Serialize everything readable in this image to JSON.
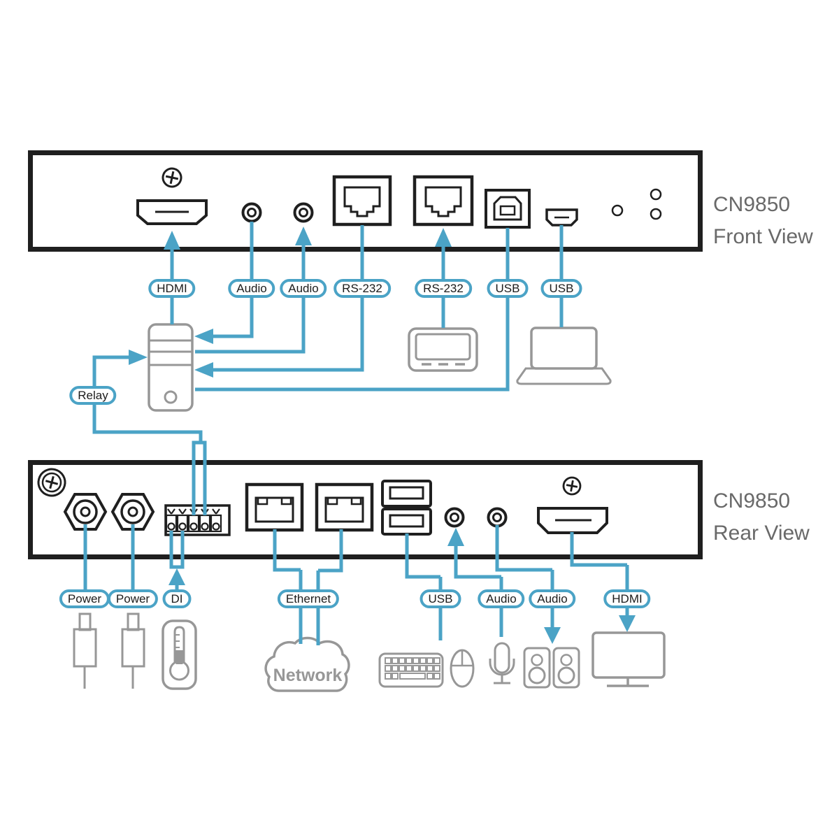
{
  "product": "CN9850",
  "colors": {
    "accent_teal": "#4BA3C6",
    "outline_dark": "#1f1f1f",
    "icon_gray": "#979797",
    "title_gray": "#696969"
  },
  "front_panel": {
    "title_line1": "CN9850",
    "title_line2": "Front View",
    "port_labels": [
      "HDMI",
      "Audio",
      "Audio",
      "RS-232",
      "RS-232",
      "USB",
      "USB"
    ]
  },
  "relay": {
    "label": "Relay"
  },
  "rear_panel": {
    "title_line1": "CN9850",
    "title_line2": "Rear View",
    "port_labels": [
      "Power",
      "Power",
      "DI",
      "Ethernet",
      "USB",
      "Audio",
      "Audio",
      "HDMI"
    ],
    "network_cloud_label": "Network"
  },
  "icons": [
    "screw-icon",
    "hdmi-port-icon",
    "audio-jack-icon",
    "rj45-port-icon",
    "usb-b-port-icon",
    "mini-usb-port-icon",
    "led-indicator-icon",
    "computer-tower-icon",
    "serial-console-icon",
    "laptop-icon",
    "power-jack-icon",
    "terminal-block-icon",
    "usb-stacked-port-icon",
    "dc-plug-icon",
    "thermometer-icon",
    "network-cloud-icon",
    "keyboard-icon",
    "mouse-icon",
    "microphone-icon",
    "speaker-icon",
    "monitor-icon"
  ]
}
